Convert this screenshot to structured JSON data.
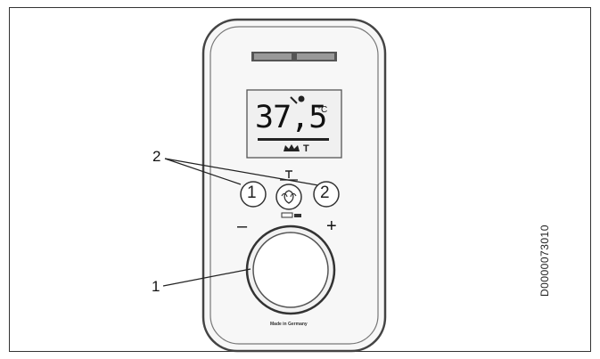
{
  "display": {
    "temperature": "37,5",
    "unit": "°C"
  },
  "callouts": {
    "label_1": "1",
    "label_2": "2"
  },
  "buttons": {
    "left": "1",
    "right": "2"
  },
  "controls": {
    "minus": "–",
    "plus": "+"
  },
  "footer_text": "Made in Germany",
  "document_id": "D0000073010"
}
